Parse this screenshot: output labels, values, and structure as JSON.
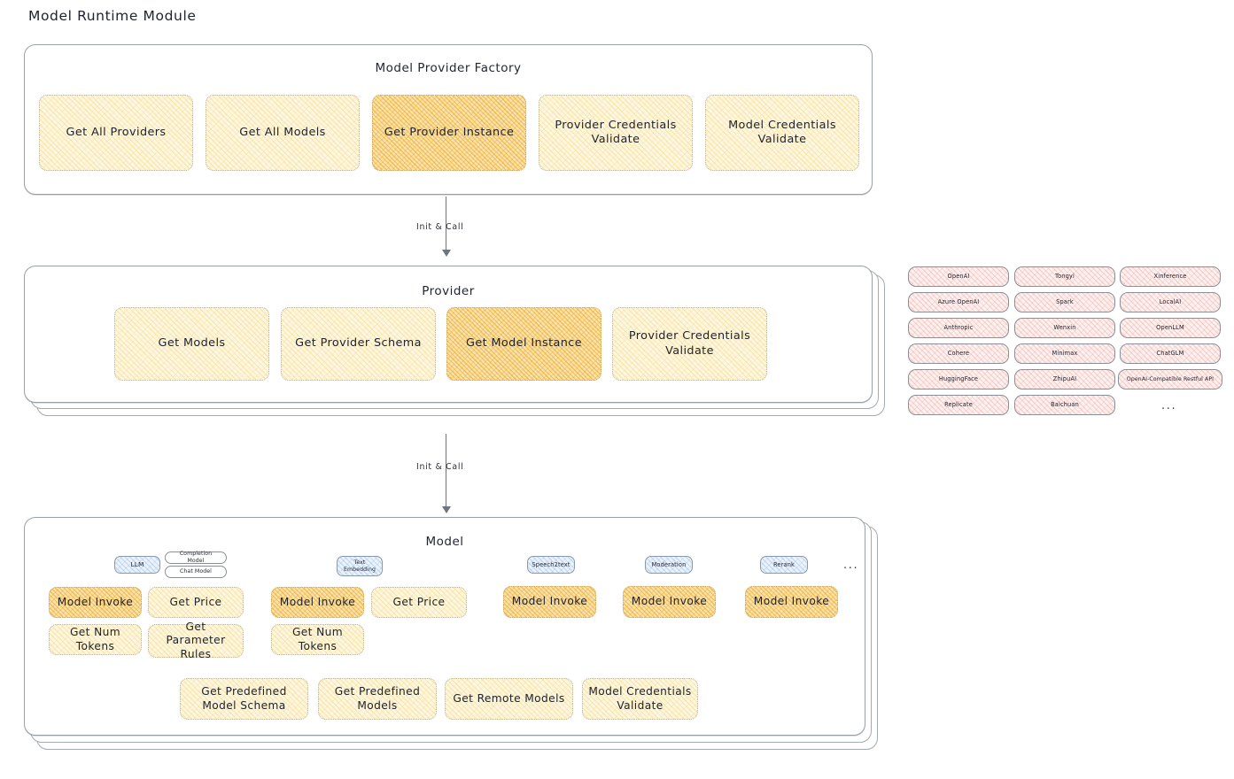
{
  "page": {
    "title": "Model Runtime Module"
  },
  "arrows": [
    {
      "label": "Init & Call"
    },
    {
      "label": "Init & Call"
    }
  ],
  "factory": {
    "title": "Model Provider Factory",
    "nodes": [
      {
        "label": "Get All Providers",
        "state": "normal"
      },
      {
        "label": "Get All Models",
        "state": "normal"
      },
      {
        "label": "Get Provider Instance",
        "state": "highlighted"
      },
      {
        "label": "Provider Credentials Validate",
        "state": "normal"
      },
      {
        "label": "Model Credentials Validate",
        "state": "normal"
      }
    ]
  },
  "provider": {
    "title": "Provider",
    "nodes": [
      {
        "label": "Get Models",
        "state": "normal"
      },
      {
        "label": "Get Provider Schema",
        "state": "normal"
      },
      {
        "label": "Get Model Instance",
        "state": "highlighted"
      },
      {
        "label": "Provider Credentials Validate",
        "state": "normal"
      }
    ]
  },
  "provider_list": {
    "columns": [
      {
        "items": [
          "OpenAI",
          "Azure OpenAI",
          "Anthropic",
          "Cohere",
          "HuggingFace",
          "Replicate"
        ]
      },
      {
        "items": [
          "Tongyi",
          "Spark",
          "Wenxin",
          "Minimax",
          "ZhipuAI",
          "Baichuan"
        ]
      },
      {
        "items": [
          "Xinference",
          "LocalAI",
          "OpenLLM",
          "ChatGLM",
          "OpenAI-Compatible Restful API"
        ]
      }
    ],
    "more": "..."
  },
  "model": {
    "title": "Model",
    "more": "...",
    "capabilities": [
      {
        "badge": "LLM",
        "badge_style": "blue",
        "subbadges": [
          "Completion Model",
          "Chat Model"
        ],
        "methods": [
          {
            "label": "Model Invoke",
            "state": "highlighted"
          },
          {
            "label": "Get Price",
            "state": "normal"
          },
          {
            "label": "Get Num Tokens",
            "state": "normal"
          },
          {
            "label": "Get Parameter Rules",
            "state": "normal"
          }
        ]
      },
      {
        "badge": "Text Embedding",
        "badge_style": "blue",
        "subbadges": [],
        "methods": [
          {
            "label": "Model Invoke",
            "state": "highlighted"
          },
          {
            "label": "Get Price",
            "state": "normal"
          },
          {
            "label": "Get Num Tokens",
            "state": "normal"
          }
        ]
      },
      {
        "badge": "Speech2text",
        "badge_style": "blue",
        "subbadges": [],
        "methods": [
          {
            "label": "Model Invoke",
            "state": "highlighted"
          }
        ]
      },
      {
        "badge": "Moderation",
        "badge_style": "blue",
        "subbadges": [],
        "methods": [
          {
            "label": "Model Invoke",
            "state": "highlighted"
          }
        ]
      },
      {
        "badge": "Rerank",
        "badge_style": "blue",
        "subbadges": [],
        "methods": [
          {
            "label": "Model Invoke",
            "state": "highlighted"
          }
        ]
      }
    ],
    "shared_methods": [
      {
        "label": "Get Predefined Model Schema",
        "state": "normal"
      },
      {
        "label": "Get Predefined Models",
        "state": "normal"
      },
      {
        "label": "Get Remote Models",
        "state": "normal"
      },
      {
        "label": "Model Credentials Validate",
        "state": "normal"
      }
    ]
  },
  "colors": {
    "cream": "#fdf7e1",
    "amber": "#fbe3ae",
    "rose": "#fdf0ef",
    "blue": "#eaf2fb",
    "stroke": "#9aa0a8"
  }
}
